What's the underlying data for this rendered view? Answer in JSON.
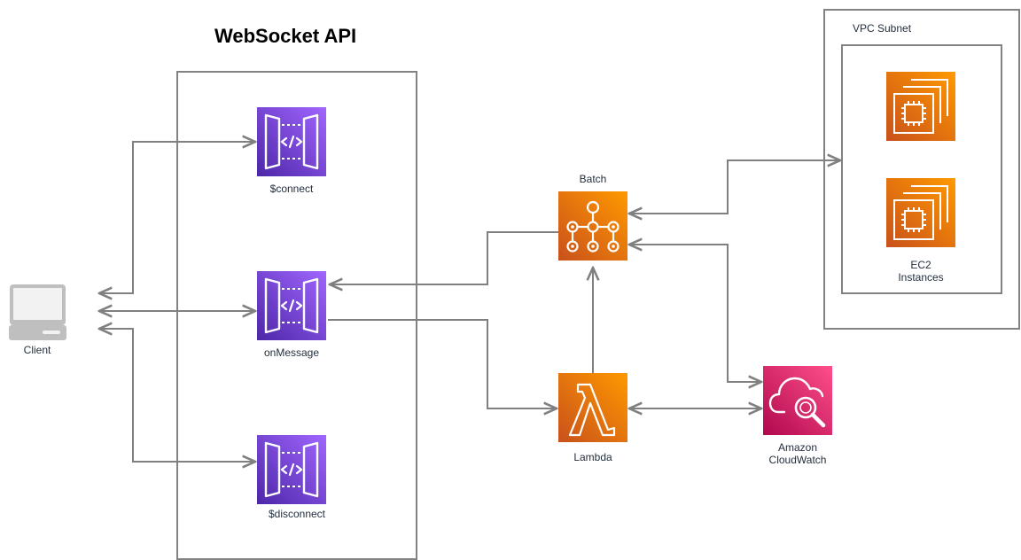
{
  "title": "WebSocket API",
  "nodes": {
    "client": {
      "label": "Client",
      "icon": "laptop-icon"
    },
    "connect": {
      "label": "$connect",
      "icon": "api-gateway-icon"
    },
    "onmessage": {
      "label": "onMessage",
      "icon": "api-gateway-icon"
    },
    "disconnect": {
      "label": "$disconnect",
      "icon": "api-gateway-icon"
    },
    "batch": {
      "label": "Batch",
      "icon": "aws-batch-icon"
    },
    "lambda": {
      "label": "Lambda",
      "icon": "lambda-icon"
    },
    "cloudwatch": {
      "label_line1": "Amazon",
      "label_line2": "CloudWatch",
      "icon": "cloudwatch-icon"
    },
    "ec2": {
      "label_line1": "EC2",
      "label_line2": "Instances",
      "icon": "ec2-instance-icon"
    }
  },
  "groups": {
    "vpc_subnet": {
      "label": "VPC Subnet"
    }
  },
  "colors": {
    "api_gateway": "#7b3fe4",
    "compute": "#ed7100",
    "management": "#e7157b",
    "connector": "#808080",
    "client": "#bfbfbf"
  }
}
